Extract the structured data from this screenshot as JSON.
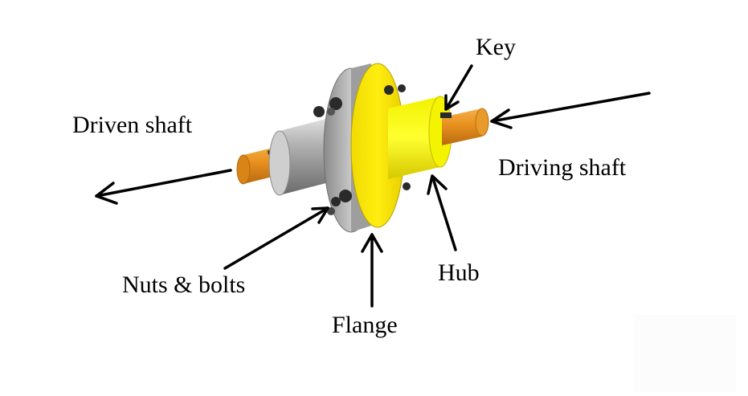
{
  "labels": {
    "key": "Key",
    "driven_shaft": "Driven shaft",
    "driving_shaft": "Driving shaft",
    "nuts_bolts": "Nuts & bolts",
    "hub": "Hub",
    "flange": "Flange"
  },
  "colors": {
    "shaft": "#e8901e",
    "flange_steel": "#b9b9b9",
    "hub_steel": "#a9a9a9",
    "flange_yellow": "#ffec00",
    "hub_yellow": "#f4f400",
    "bolt": "#2a2a2a",
    "arrow": "#000000"
  }
}
